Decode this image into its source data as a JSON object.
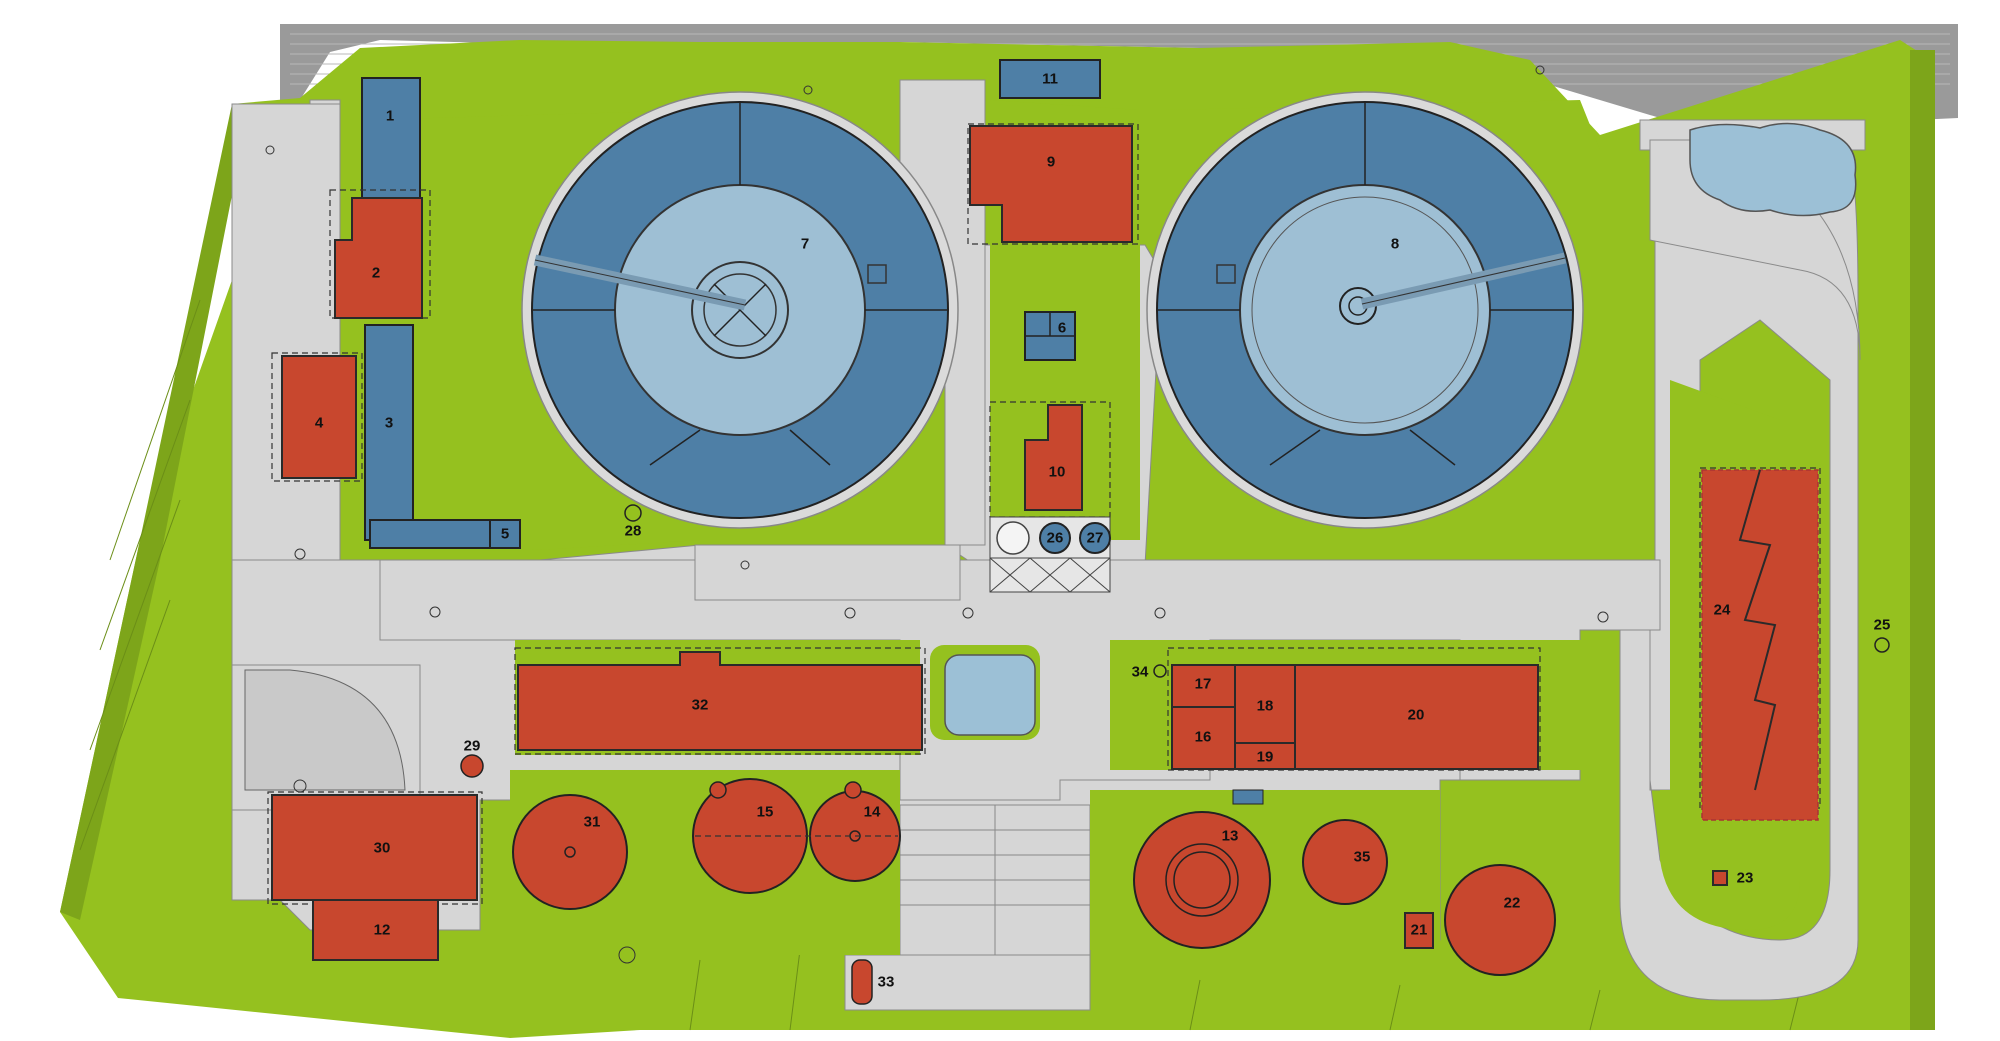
{
  "map": {
    "colors": {
      "grass": "#95c11f",
      "road": "#d6d6d6",
      "building": "#c8472e",
      "tank": "#4e7fa6",
      "tank_inner": "#9ebfd4",
      "water": "#9cc0d6",
      "parking": "#9a9a9a"
    },
    "labels": {
      "l1": "1",
      "l2": "2",
      "l3": "3",
      "l4": "4",
      "l5": "5",
      "l6": "6",
      "l7": "7",
      "l8": "8",
      "l9": "9",
      "l10": "10",
      "l11": "11",
      "l12": "12",
      "l13": "13",
      "l14": "14",
      "l15": "15",
      "l16": "16",
      "l17": "17",
      "l18": "18",
      "l19": "19",
      "l20": "20",
      "l21": "21",
      "l22": "22",
      "l23": "23",
      "l24": "24",
      "l25": "25",
      "l26": "26",
      "l27": "27",
      "l28": "28",
      "l29": "29",
      "l30": "30",
      "l31": "31",
      "l32": "32",
      "l33": "33",
      "l34": "34",
      "l35": "35"
    }
  }
}
